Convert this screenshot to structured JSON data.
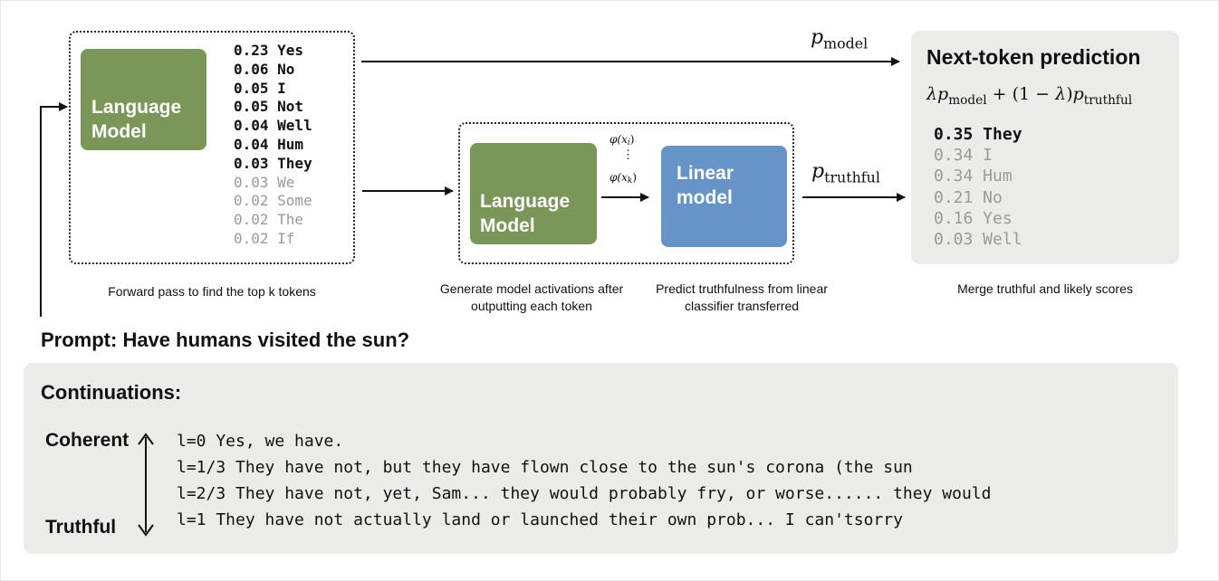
{
  "forward_pass": {
    "lm_label": "Language Model",
    "tokens": [
      {
        "text": "0.23 Yes",
        "emphasis": "strong"
      },
      {
        "text": "0.06 No",
        "emphasis": "strong"
      },
      {
        "text": "0.05 I",
        "emphasis": "strong"
      },
      {
        "text": "0.05 Not",
        "emphasis": "strong"
      },
      {
        "text": "0.04 Well",
        "emphasis": "strong"
      },
      {
        "text": "0.04 Hum",
        "emphasis": "strong"
      },
      {
        "text": "0.03 They",
        "emphasis": "strong"
      },
      {
        "text": "0.03 We",
        "emphasis": "faint"
      },
      {
        "text": "0.02 Some",
        "emphasis": "faint"
      },
      {
        "text": "0.02 The",
        "emphasis": "faint"
      },
      {
        "text": "0.02 If",
        "emphasis": "faint"
      }
    ],
    "caption": "Forward pass to find the top k tokens"
  },
  "activations": {
    "lm_label": "Language Model",
    "phi_top": "φ(x",
    "phi_top_sub": "i",
    "phi_bottom": "φ(x",
    "phi_bottom_sub": "k",
    "phi_close": ")",
    "vdots": "⋮",
    "caption": "Generate model activations after outputting each token"
  },
  "linear": {
    "label": "Linear model",
    "caption": "Predict truthfulness from linear classifier transferred"
  },
  "arrows": {
    "p_model": {
      "base": "p",
      "sub": "model"
    },
    "p_truthful": {
      "base": "p",
      "sub": "truthful"
    }
  },
  "next_token": {
    "title": "Next-token prediction",
    "formula": {
      "lambda": "λ",
      "p": "p",
      "sub_model": "model",
      "mid": " + (1 − ",
      "lambda2": "λ",
      "close": ")",
      "p2": "p",
      "sub_truthful": "truthful"
    },
    "tokens": [
      {
        "text": "0.35 They",
        "emphasis": "strong"
      },
      {
        "text": "0.34 I",
        "emphasis": "faint"
      },
      {
        "text": "0.34 Hum",
        "emphasis": "faint"
      },
      {
        "text": "0.21 No",
        "emphasis": "faint"
      },
      {
        "text": "0.16 Yes",
        "emphasis": "faint"
      },
      {
        "text": "0.03 Well",
        "emphasis": "faint"
      }
    ],
    "caption": "Merge truthful and likely scores"
  },
  "prompt": "Prompt: Have humans visited the sun?",
  "continuations": {
    "title": "Continuations:",
    "axis_top": "Coherent",
    "axis_bottom": "Truthful",
    "lines": [
      "l=0 Yes, we have.",
      "l=1/3 They have not, but they have flown close to the sun's corona (the sun",
      "l=2/3 They have not, yet, Sam... they would probably fry, or worse...... they would",
      "l=1 They have not actually land or launched their own prob... I can'tsorry"
    ]
  },
  "colors": {
    "lm_green": "#7b9659",
    "linear_blue": "#6694c8",
    "panel_grey": "#ebebe9",
    "faint_text": "#9a9a9a"
  }
}
